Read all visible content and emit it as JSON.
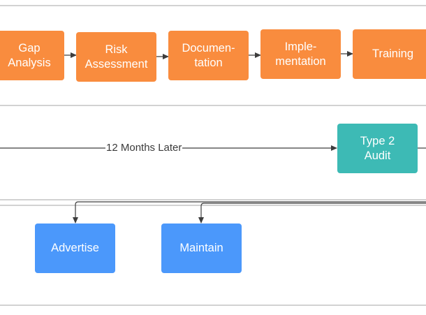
{
  "colors": {
    "orange": "#f98c3e",
    "teal": "#3dbab5",
    "blue": "#4b98fb",
    "line": "#3d3d3d",
    "divider": "#c4c4c4"
  },
  "process": {
    "nodes": [
      {
        "label": "Gap\nAnalysis"
      },
      {
        "label": "Risk\nAssessment"
      },
      {
        "label": "Documen-\ntation"
      },
      {
        "label": "Imple-\nmentation"
      },
      {
        "label": "Training"
      }
    ]
  },
  "audit": {
    "node": {
      "label": "Type 2\nAudit"
    },
    "connector_label": "12 Months Later"
  },
  "followup": {
    "nodes": [
      {
        "label": "Advertise"
      },
      {
        "label": "Maintain"
      }
    ]
  }
}
